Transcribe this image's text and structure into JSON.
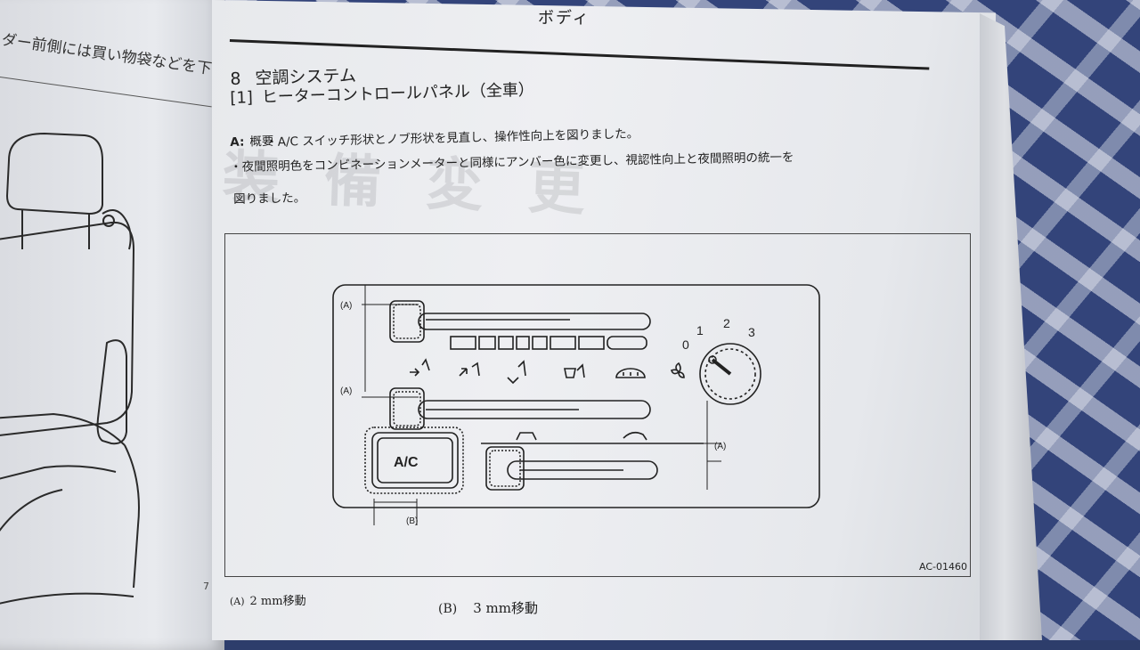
{
  "left_page": {
    "text_fragment": "ダー前側には買い物袋などを下げ"
  },
  "right_page": {
    "header_title": "ボディ",
    "section": {
      "number": "8",
      "title": "空調システム"
    },
    "subsection": {
      "number": "[1]",
      "title": "ヒーターコントロールパネル（全車）"
    },
    "overview_letter": "A:",
    "overview_label": "概要",
    "bullets": [
      "・A/C スイッチ形状とノブ形状を見直し、操作性向上を図りました。",
      "・夜間照明色をコンビネーションメーターと同様にアンバー色に変更し、視認性向上と夜間照明の統一を",
      "図りました。"
    ],
    "figure": {
      "figure_id": "AC-01460",
      "ac_label": "A/C",
      "fan_dial_labels": [
        "0",
        "1",
        "2",
        "3"
      ],
      "callout_a": "(A)",
      "callout_b": "(B)"
    },
    "captions": [
      {
        "key": "(A)",
        "text": "2 mm移動"
      },
      {
        "key": "(B)",
        "text": "3 mm移動"
      }
    ]
  }
}
